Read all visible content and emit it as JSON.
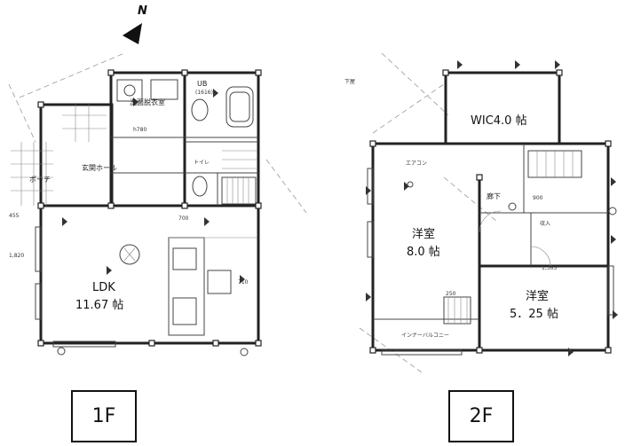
{
  "north_label": "N",
  "floors": [
    {
      "name": "1F",
      "rooms": [
        {
          "id": "ldk",
          "name": "LDK",
          "size": "11.67 帖"
        },
        {
          "id": "washroom",
          "name": "洗面脱衣室"
        },
        {
          "id": "bath",
          "name": "UB",
          "size": "(1616)"
        },
        {
          "id": "entrance-hall",
          "name": "玄関ホール"
        },
        {
          "id": "porch",
          "name": "ポーチ"
        }
      ]
    },
    {
      "name": "2F",
      "rooms": [
        {
          "id": "wic",
          "name": "WIC4.0 帖"
        },
        {
          "id": "western-1",
          "name": "洋室",
          "size": "8.0 帖"
        },
        {
          "id": "western-2",
          "name": "洋室",
          "size": "5．25 帖"
        },
        {
          "id": "corridor",
          "name": "廊下"
        },
        {
          "id": "closet",
          "name": "収入"
        },
        {
          "id": "balcony",
          "name": "インナーバルコニー"
        }
      ]
    }
  ],
  "annotations": {
    "dim_700": "700",
    "dim_710": "710",
    "dim_1365": "1,365",
    "dim_250": "250",
    "dim_900": "900",
    "dim_1820": "1,820",
    "dim_455": "455",
    "dim_h780": "h780",
    "aircon": "エアコン",
    "toilet_1f": "トイレ",
    "drain": "下屋"
  }
}
